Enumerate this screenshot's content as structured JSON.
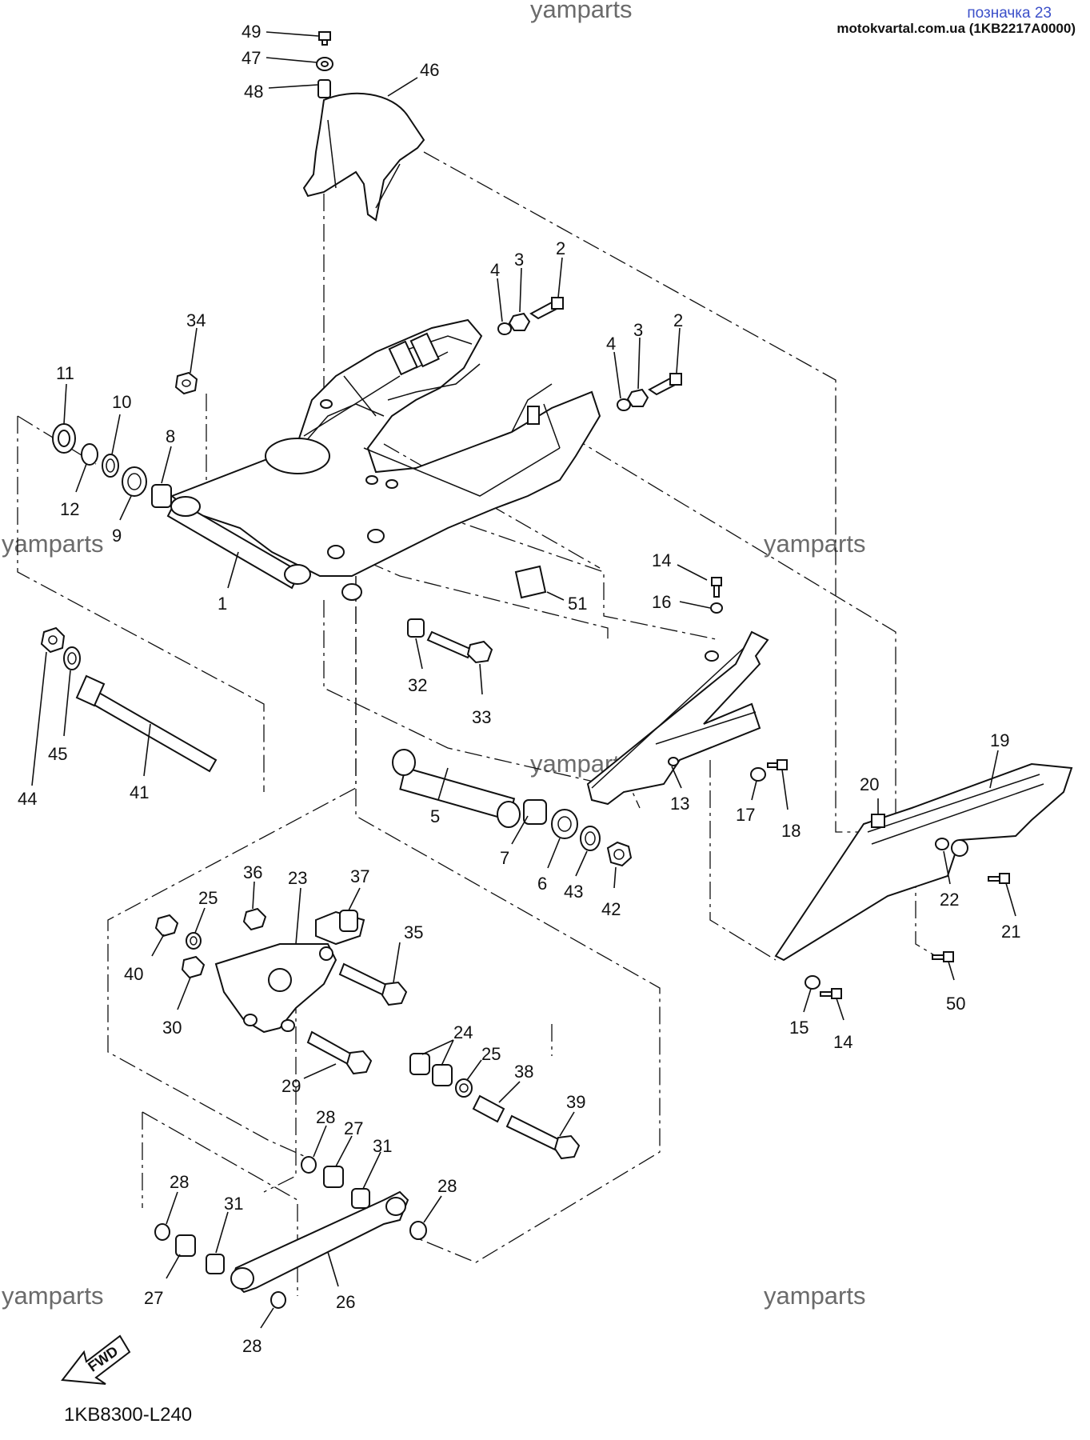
{
  "header": {
    "watermark_top": "yamparts",
    "page_tag": "позначка 23",
    "source_line": "motokvartal.com.ua (1KB2217A0000)"
  },
  "watermarks": [
    "yamparts",
    "yamparts",
    "yamparts",
    "yamparts",
    "yamparts"
  ],
  "diagram_code": "1KB8300-L240",
  "fwd_label": "FWD",
  "callouts": [
    "49",
    "47",
    "48",
    "46",
    "2",
    "3",
    "4",
    "2",
    "3",
    "4",
    "34",
    "11",
    "10",
    "8",
    "12",
    "9",
    "1",
    "14",
    "16",
    "51",
    "32",
    "33",
    "44",
    "45",
    "41",
    "5",
    "7",
    "6",
    "43",
    "42",
    "13",
    "17",
    "18",
    "19",
    "20",
    "22",
    "21",
    "50",
    "15",
    "14",
    "36",
    "23",
    "37",
    "25",
    "40",
    "35",
    "30",
    "24",
    "25",
    "38",
    "39",
    "29",
    "28",
    "27",
    "31",
    "28",
    "31",
    "28",
    "27",
    "26",
    "28"
  ]
}
